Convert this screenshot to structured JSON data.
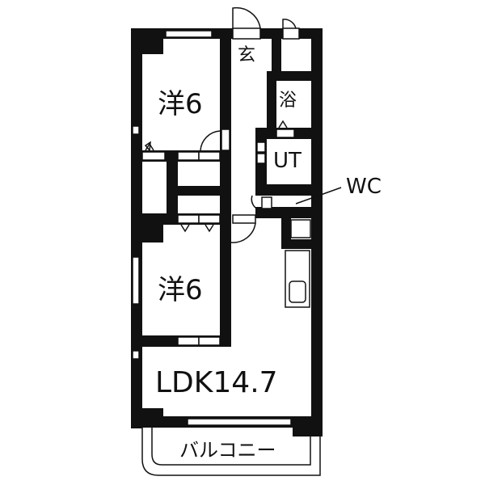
{
  "floor_plan": {
    "rooms": [
      {
        "id": "western-room-1",
        "label": "洋6"
      },
      {
        "id": "western-room-2",
        "label": "洋6"
      },
      {
        "id": "entrance",
        "label": "玄"
      },
      {
        "id": "bath",
        "label": "浴"
      },
      {
        "id": "utility",
        "label": "UT"
      },
      {
        "id": "toilet",
        "label": "WC"
      },
      {
        "id": "ldk",
        "label": "LDK14.7"
      },
      {
        "id": "balcony",
        "label": "バルコニー"
      }
    ],
    "colors": {
      "wall": "#111111",
      "background": "#ffffff"
    }
  }
}
